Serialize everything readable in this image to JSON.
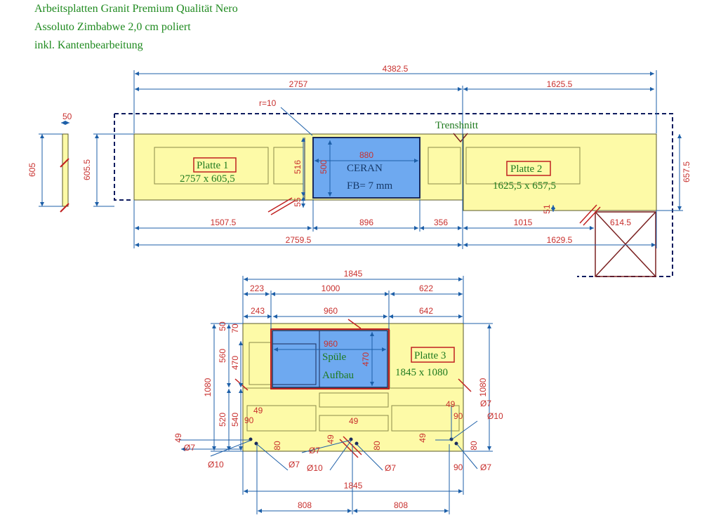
{
  "title": {
    "line1": "Arbeitsplatten Granit Premium Qualität Nero",
    "line2": "Assoluto Zimbabwe 2,0 cm poliert",
    "line3": "inkl. Kantenbearbeitung"
  },
  "colors": {
    "slab_fill": "#fdfaa7",
    "cutout_fill": "#6ea9f0",
    "dim_line": "#1d5fa8",
    "dim_text": "#c8302e",
    "green_text": "#1f7a1f",
    "outline": "#0d1b5e",
    "cut_mark": "#c02020"
  },
  "top": {
    "overall": "4382.5",
    "left_part": "2757",
    "right_part": "1625.5",
    "radius": "r=10",
    "trennschnitt": "Trenshnitt",
    "side_width": "50",
    "side_height": "605",
    "height_left": "605.5",
    "height_right": "657.5",
    "inner_516": "516",
    "inner_500": "500",
    "inner_55": "55",
    "inner_51": "51",
    "ceran_width": "880",
    "ceran_label": "CERAN",
    "fb_label": "FB= 7 mm",
    "platte1_label": "Platte 1",
    "platte1_size": "2757 x 605,5",
    "platte2_label": "Platte 2",
    "platte2_size": "1625,5 x 657,5",
    "bottom_1507": "1507.5",
    "bottom_896": "896",
    "bottom_356": "356",
    "bottom_1015": "1015",
    "bottom_614": "614.5",
    "bottom_2759": "2759.5",
    "bottom_1629": "1629.5"
  },
  "island": {
    "overall": "1845",
    "d223": "223",
    "d1000": "1000",
    "d622": "622",
    "d243": "243",
    "d960": "960",
    "d642": "642",
    "sink_width": "960",
    "sink_height": "470",
    "left_470": "470",
    "left_560": "560",
    "left_1080": "1080",
    "left_520": "520",
    "left_540": "540",
    "left_50": "50",
    "left_70": "70",
    "right_1080": "1080",
    "spuele_label": "Spüle",
    "aufbau_label": "Aufbau",
    "platte3_label": "Platte 3",
    "platte3_size": "1845 x 1080",
    "d49_a": "49",
    "d49_b": "49",
    "d49_c": "49",
    "d49_d": "49",
    "d49_e": "49",
    "d49_f": "49",
    "d90_a": "90",
    "d90_b": "90",
    "d90_c": "90",
    "d80_a": "80",
    "d80_b": "80",
    "d80_c": "80",
    "o7_a": "Ø7",
    "o7_b": "Ø7",
    "o7_c": "Ø7",
    "o7_d": "Ø7",
    "o7_e": "Ø7",
    "o7_f": "Ø7",
    "o10_a": "Ø10",
    "o10_b": "Ø10",
    "o10_c": "Ø10",
    "bottom_overall": "1845",
    "bottom_808_left": "808",
    "bottom_808_right": "808"
  }
}
